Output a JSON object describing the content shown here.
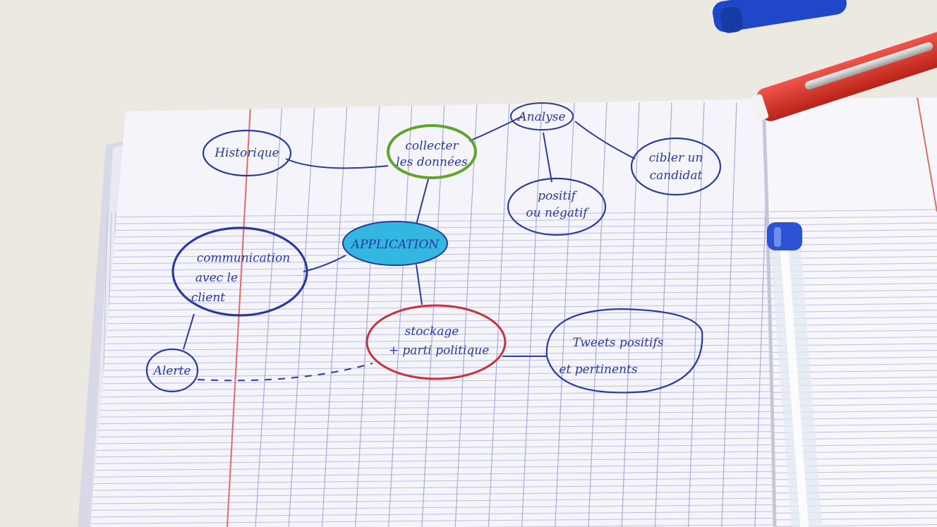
{
  "photo": {
    "subject": "Hand-drawn mind map in a French Séyès-ruled notebook",
    "colors": {
      "table": "#ece9e3",
      "paper": "#f4f4fa",
      "ruling": "#9ea6d8",
      "margin": "#e36a6a",
      "ink": "#2a3a9e",
      "application_fill": "#33b6e0",
      "collect_outline": "#5fa52c",
      "storage_outline": "#c8323a",
      "red_pen": "#d8352b",
      "blue_marker": "#1f47c8"
    }
  },
  "mindmap": {
    "application": "APPLICATION",
    "collect": [
      "collecter",
      "les données"
    ],
    "history": "Historique",
    "analysis": "Analyse",
    "target": [
      "cibler un",
      "candidat"
    ],
    "sentiment": [
      "positif",
      "ou négatif"
    ],
    "communication": [
      "communication",
      "avec le",
      "client"
    ],
    "alert": "Alerte",
    "storage": [
      "stockage",
      "+ parti politique"
    ],
    "tweets": [
      "Tweets positifs",
      "et pertinents"
    ]
  }
}
